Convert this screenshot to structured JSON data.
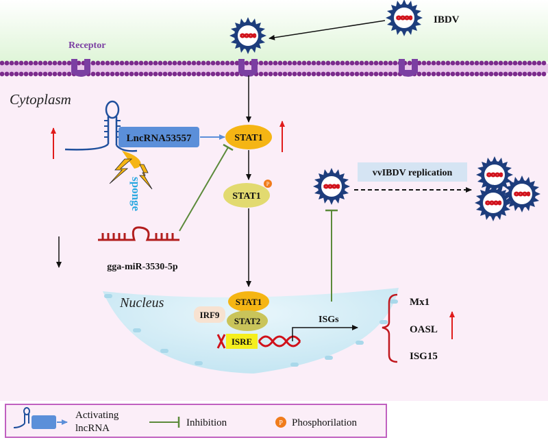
{
  "labels": {
    "ibdv": "IBDV",
    "receptor": "Receptor",
    "cytoplasm": "Cytoplasm",
    "lncrna": "LncRNA53557",
    "stat1": "STAT1",
    "stat2": "STAT2",
    "phospho_p": "P",
    "sponge": "sponge",
    "mirna": "gga-miR-3530-5p",
    "nucleus": "Nucleus",
    "irf9": "IRF9",
    "isre": "ISRE",
    "isgs": "ISGs",
    "replication": "vvIBDV replication",
    "mx1": "Mx1",
    "oasl": "OASL",
    "isg15": "ISG15"
  },
  "legend": {
    "activating_line1": "Activating",
    "activating_line2": "lncRNA",
    "inhibition": "Inhibition",
    "phospho_symbol": "P",
    "phosphorilation": "Phosphorilation"
  },
  "colors": {
    "membrane_head": "#7b2b8c",
    "receptor": "#7b3fa2",
    "stat1_fill": "#f5b514",
    "stat_p_fill": "#e2da70",
    "stat2_fill": "#c9c45a",
    "lncrna_box": "#5b8fd9",
    "inhibition_green": "#5b8a3a",
    "up_arrow_red": "#e01b1b",
    "mirna_red": "#b21d1d",
    "isre_yellow": "#f5ef1e",
    "irf9_fill": "#f7e2d1",
    "sponge_blue": "#2aa8e0",
    "legend_border": "#c060c0",
    "nucleus_fill": "#c6e7f3",
    "virus_spike": "#1d3d7c"
  }
}
